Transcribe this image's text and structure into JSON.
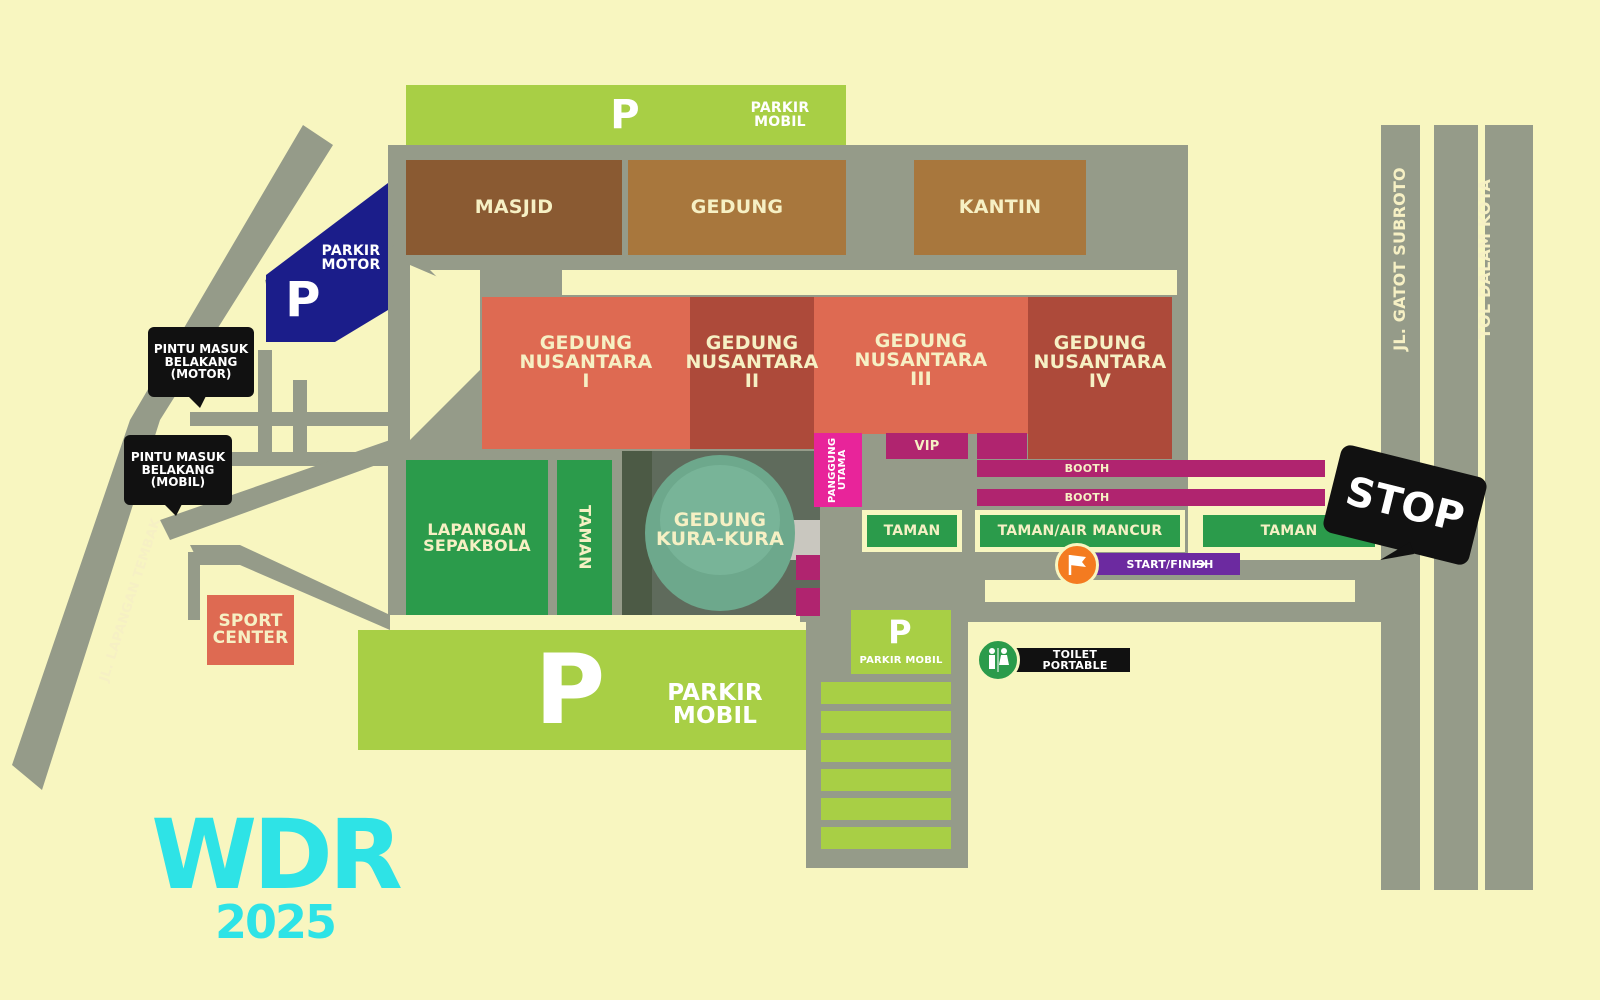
{
  "colors": {
    "background": "#f8f6c0",
    "road": "#959b89",
    "parking": "#a8cf45",
    "motor_parking": "#1b1d8a",
    "masjid": "#8a5a32",
    "gedung": "#a8773d",
    "nusantara_light": "#de6a52",
    "nusantara_dark": "#ad4a3a",
    "garden": "#2b9b4b",
    "magenta": "#b0246f",
    "stage_pink": "#e8249a",
    "route_purple": "#6c2aa0",
    "sign_black": "#111111",
    "logo_cyan": "#2ee3e6",
    "flag_orange": "#f47b20"
  },
  "parkir_atas": {
    "p": "P",
    "label": "PARKIR\nMOBIL"
  },
  "parkir_motor": {
    "p": "P",
    "label": "PARKIR\nMOTOR"
  },
  "parkir_bawah": {
    "p": "P",
    "label": "PARKIR\nMOBIL"
  },
  "parkir_kecil": {
    "p": "P",
    "label": "PARKIR MOBIL"
  },
  "buildings": {
    "masjid": "MASJID",
    "gedung": "GEDUNG",
    "kantin": "KANTIN",
    "nusantara_1": "GEDUNG\nNUSANTARA\nI",
    "nusantara_2": "GEDUNG\nNUSANTARA\nII",
    "nusantara_3": "GEDUNG\nNUSANTARA\nIII",
    "nusantara_4": "GEDUNG\nNUSANTARA\nIV",
    "kura_kura": "GEDUNG\nKURA-KURA",
    "sport_center": "SPORT\nCENTER"
  },
  "areas": {
    "lapangan": "LAPANGAN\nSEPAKBOLA",
    "taman_vertikal": "TAMAN",
    "panggung": "PANGGUNG\nUTAMA",
    "vip": "VIP",
    "booth_1": "BOOTH",
    "booth_2": "BOOTH",
    "taman_1": "TAMAN",
    "taman_air": "TAMAN/AIR MANCUR",
    "taman_2": "TAMAN"
  },
  "route": {
    "start_finish": "START/FINISH",
    "arrow": "➔",
    "stop": "STOP"
  },
  "facilities": {
    "toilet": "TOILET PORTABLE"
  },
  "gates": {
    "motor": "PINTU MASUK\nBELAKANG\n(MOTOR)",
    "mobil": "PINTU MASUK\nBELAKANG\n(MOBIL)"
  },
  "roads": {
    "lapangan_tembak": "JL. LAPANGAN TEMBAK",
    "gatot_subroto": "JL. GATOT SUBROTO",
    "tol_dalam_kota": "TOL DALAM KOTA"
  },
  "logo": {
    "text": "WDR",
    "year": "2025"
  }
}
